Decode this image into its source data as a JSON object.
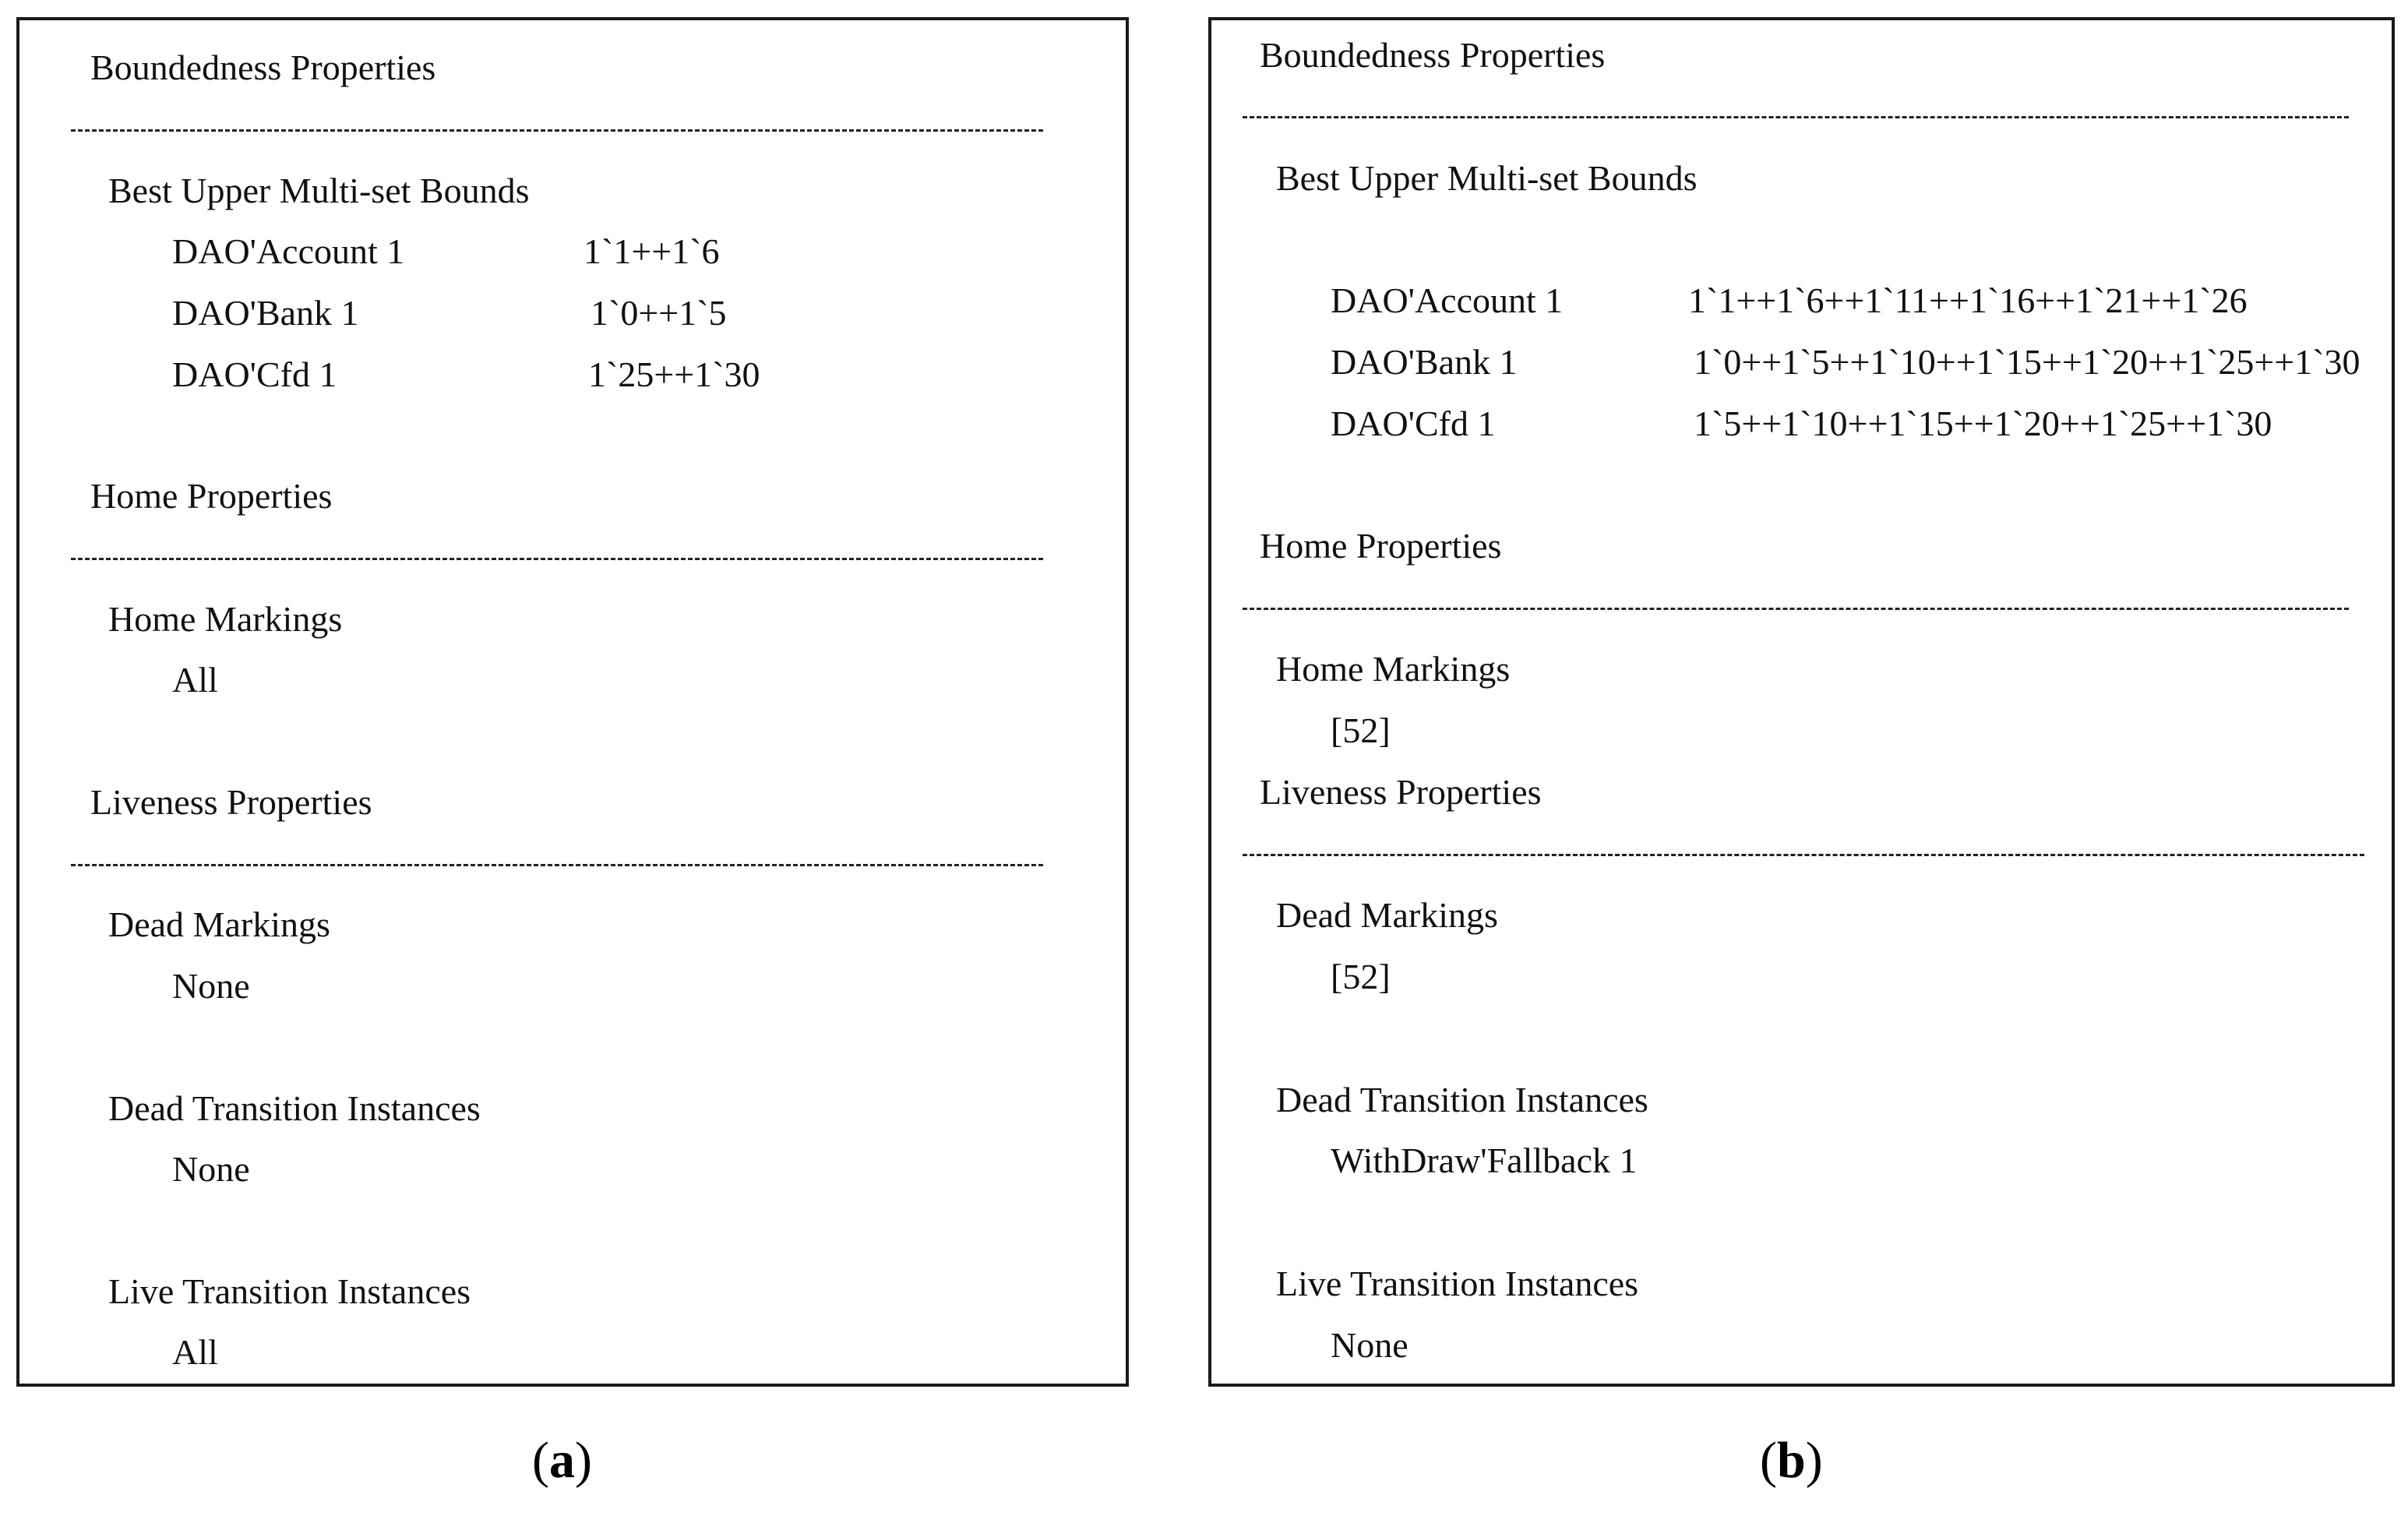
{
  "panel_a": {
    "boundedness_title": "Boundedness Properties",
    "best_upper_title": "Best Upper Multi-set Bounds",
    "bounds": [
      {
        "place": "DAO'Account 1",
        "value": "1`1++1`6"
      },
      {
        "place": "DAO'Bank 1",
        "value": "1`0++1`5"
      },
      {
        "place": "DAO'Cfd 1",
        "value": "1`25++1`30"
      }
    ],
    "home_title": "Home Properties",
    "home_markings_title": "Home Markings",
    "home_markings_value": "All",
    "liveness_title": "Liveness Properties",
    "dead_markings_title": "Dead Markings",
    "dead_markings_value": "None",
    "dead_transitions_title": "Dead Transition Instances",
    "dead_transitions_value": "None",
    "live_transitions_title": "Live Transition Instances",
    "live_transitions_value": "All"
  },
  "panel_b": {
    "boundedness_title": "Boundedness Properties",
    "best_upper_title": "Best Upper Multi-set Bounds",
    "bounds": [
      {
        "place": "DAO'Account 1",
        "value": "1`1++1`6++1`11++1`16++1`21++1`26"
      },
      {
        "place": "DAO'Bank 1",
        "value": "1`0++1`5++1`10++1`15++1`20++1`25++1`30"
      },
      {
        "place": "DAO'Cfd 1",
        "value": "1`5++1`10++1`15++1`20++1`25++1`30"
      }
    ],
    "home_title": "Home Properties",
    "home_markings_title": "Home Markings",
    "home_markings_value": "[52]",
    "liveness_title": "Liveness Properties",
    "dead_markings_title": "Dead Markings",
    "dead_markings_value": "[52]",
    "dead_transitions_title": "Dead Transition Instances",
    "dead_transitions_value": "WithDraw'Fallback 1",
    "live_transitions_title": "Live Transition Instances",
    "live_transitions_value": "None"
  },
  "captions": {
    "a_open": "(",
    "a_letter": "a",
    "a_close": ")",
    "b_open": "(",
    "b_letter": "b",
    "b_close": ")"
  }
}
